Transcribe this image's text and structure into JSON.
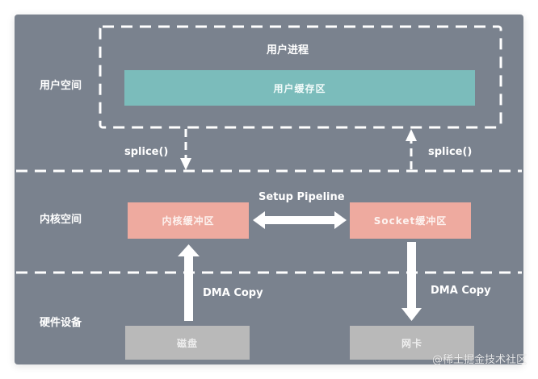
{
  "diagram": {
    "layers": {
      "user_space": "用户空间",
      "kernel_space": "内核空间",
      "hardware": "硬件设备"
    },
    "user_process": {
      "title": "用户进程",
      "buffer": "用户缓存区"
    },
    "kernel": {
      "kernel_buffer": "内核缓冲区",
      "socket_buffer": "Socket缓冲区",
      "pipeline_label": "Setup Pipeline"
    },
    "hardware": {
      "disk": "磁盘",
      "nic": "网卡"
    },
    "edges": {
      "splice_left": "splice()",
      "splice_right": "splice()",
      "dma_left": "DMA Copy",
      "dma_right": "DMA Copy"
    },
    "colors": {
      "panel": "#7a828e",
      "user_buffer": "#7bbcbb",
      "kernel_buffers": "#eeaa9f",
      "hardware_boxes": "#b9b9b9"
    }
  },
  "watermark": "@稀土掘金技术社区"
}
